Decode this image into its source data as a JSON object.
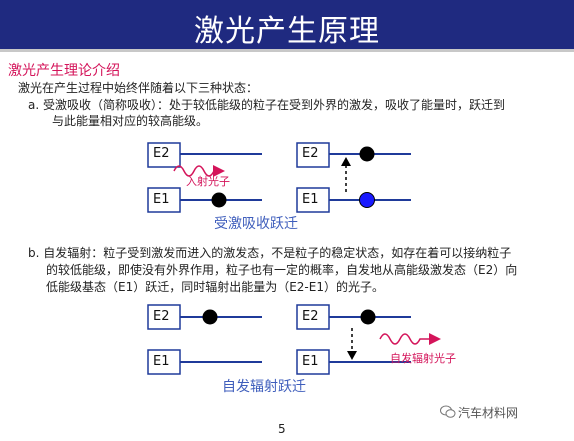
{
  "header": {
    "title": "激光产生原理"
  },
  "section_title": "激光产生理论介绍",
  "intro": "激光在产生过程中始终伴随着以下三种状态：",
  "item_a": {
    "line1": "a.  受激吸收（简称吸收）：处于较低能级的粒子在受到外界的激发，吸收了能量时，跃迁到",
    "line2": "与此能量相对应的较高能级。"
  },
  "diagram_a": {
    "level_upper": "E2",
    "level_lower": "E1",
    "photon_label": "入射光子",
    "caption": "受激吸收跃迁"
  },
  "item_b": {
    "line1": "b. 自发辐射：粒子受到激发而进入的激发态，不是粒子的稳定状态，如存在着可以接纳粒子",
    "line2": "的较低能级，即使没有外界作用，粒子也有一定的概率，自发地从高能级激发态（E2）向",
    "line3": "低能级基态（E1）跃迁，同时辐射出能量为（E2-E1）的光子。"
  },
  "diagram_b": {
    "level_upper": "E2",
    "level_lower": "E1",
    "photon_label": "自发辐射光子",
    "caption": "自发辐射跃迁"
  },
  "page_number": "5",
  "watermark": "汽车材料网",
  "colors": {
    "header": "#1f2a80",
    "accent": "#d4145a",
    "line": "#1f3a9a",
    "caption": "#3f5ebc"
  }
}
